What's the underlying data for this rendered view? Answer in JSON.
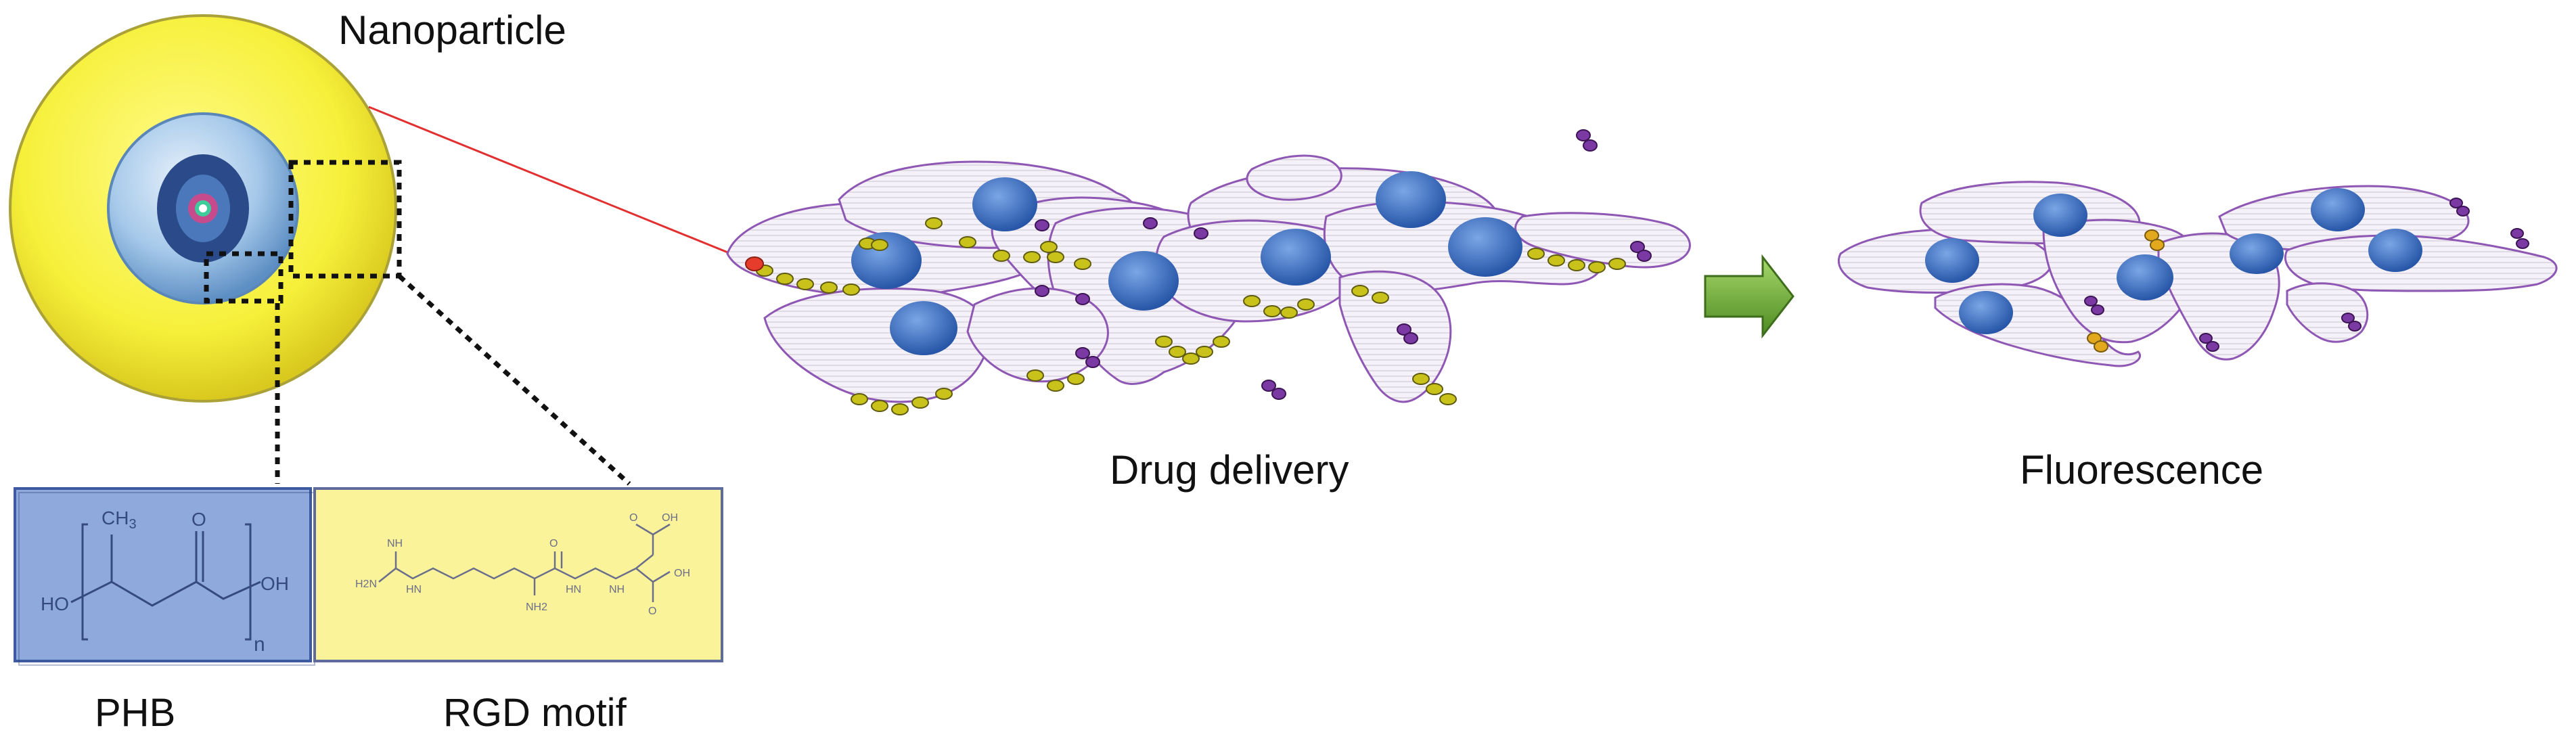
{
  "labels": {
    "nanoparticle": "Nanoparticle",
    "phb": "PHB",
    "rgd_motif": "RGD motif",
    "drug_delivery": "Drug delivery",
    "fluorescence": "Fluorescence"
  },
  "chem": {
    "phb": {
      "methyl": "CH",
      "methyl_sub": "3",
      "oxo": "O",
      "left_end": "HO",
      "right_end": "OH",
      "repeat": "n"
    },
    "rgd": {
      "top_oh": "OH",
      "top_o": "O",
      "right_o": "O",
      "right_oh": "OH",
      "guan_nh": "NH",
      "guan_nh2": "H2N",
      "guan_hn": "HN",
      "amine": "NH2",
      "amide_nh1": "HN",
      "amide_nh2": "NH",
      "amide_o": "O"
    }
  },
  "colors": {
    "nanoparticle_shell": "#f6f03a",
    "nanoparticle_core": "#9cc3e6",
    "phb_box": "#8fa9dc",
    "rgd_box": "#fbf39a",
    "cell_membrane": "#8e57b4",
    "cell_fill": "#f3eef7",
    "nucleus": "#3a72c8",
    "particle_yellow": "#c8c21a",
    "particle_purple": "#7b3aa3",
    "particle_gold": "#e2a81e",
    "arrow_green": "#76b43a",
    "pointer_line": "#e23030"
  }
}
